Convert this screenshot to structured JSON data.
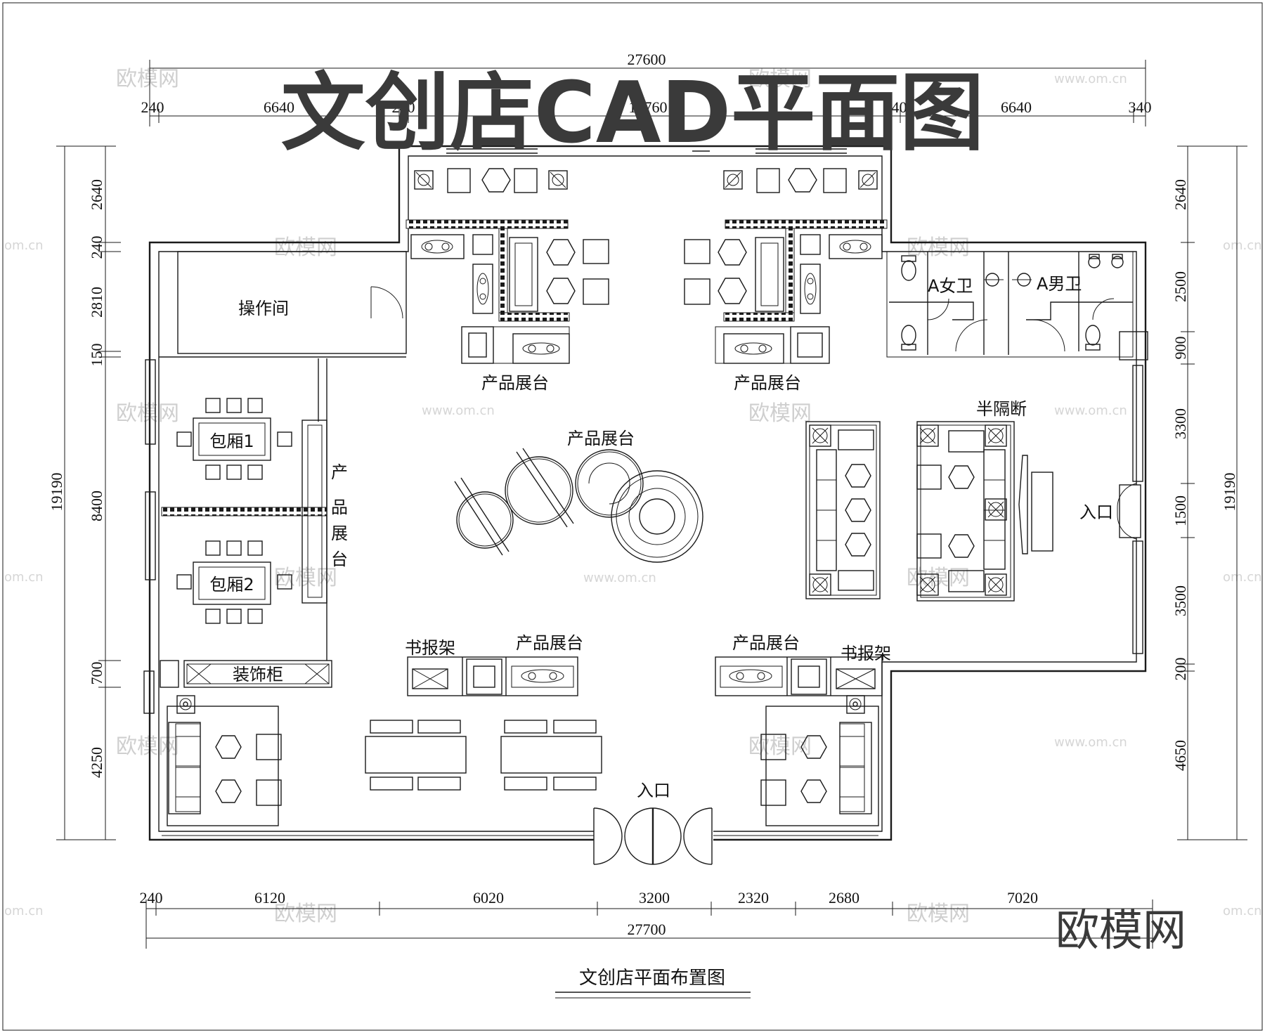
{
  "title": "文创店CAD平面图",
  "caption": "文创店平面布置图",
  "watermark": {
    "brand": "欧模网",
    "url": "www.om.cn",
    "url_short": "om.cn"
  },
  "logo": "欧模网",
  "dimensions": {
    "top_total": "27600",
    "top": [
      "240",
      "6640",
      "240",
      "13760",
      "240",
      "6640",
      "340"
    ],
    "bottom_total": "27700",
    "bottom": [
      "240",
      "6120",
      "6020",
      "3200",
      "2320",
      "2680",
      "7020"
    ],
    "left_total": "19190",
    "left": [
      "2640",
      "240",
      "2810",
      "150",
      "8400",
      "700",
      "4250"
    ],
    "right_total": "19190",
    "right": [
      "2640",
      "2500",
      "900",
      "3300",
      "1500",
      "3500",
      "200",
      "4650"
    ]
  },
  "rooms": {
    "operation": "操作间",
    "private1": "包厢1",
    "private2": "包厢2",
    "female_wc": "A女卫",
    "male_wc": "A男卫",
    "half_partition": "半隔断",
    "entrance_side": "入口",
    "entrance_main": "入口",
    "decor_cabinet": "装饰柜",
    "display_top_left": "产品展台",
    "display_top_right": "产品展台",
    "display_center": "产品展台",
    "display_bottom_left": "产品展台",
    "display_bottom_right": "产品展台",
    "display_vertical": [
      "产",
      "品",
      "展",
      "台"
    ],
    "book_rack_left": "书报架",
    "book_rack_right": "书报架"
  },
  "colors": {
    "line": "#1a1a1a",
    "title": "#3a3a3a",
    "watermark": "#cfcfcf"
  }
}
